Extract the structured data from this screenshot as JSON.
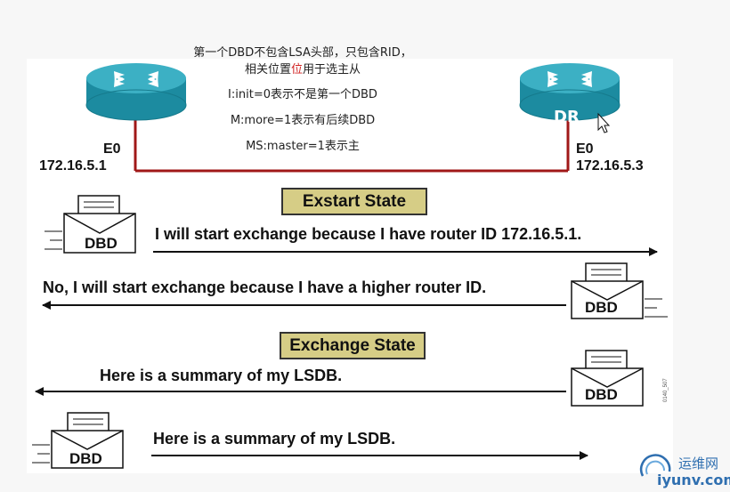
{
  "annotation": {
    "line1_a": "第一个DBD不包含LSA头部，只包含RID，",
    "line2_a": "相关位置",
    "line2_red": "位",
    "line2_b": "用于选主从",
    "line3": "I:init=0表示不是第一个DBD",
    "line4": "M:more=1表示有后续DBD",
    "line5": "MS:master=1表示主"
  },
  "routers": {
    "left": {
      "interface": "E0",
      "ip": "172.16.5.1"
    },
    "right": {
      "label": "DR",
      "interface": "E0",
      "ip": "172.16.5.3"
    }
  },
  "states": {
    "exstart": "Exstart State",
    "exchange": "Exchange State"
  },
  "messages": {
    "m1": "I will start exchange because I have router ID 172.16.5.1.",
    "m2": "No, I will start exchange because I have a higher router ID.",
    "m3": "Here is a summary of my LSDB.",
    "m4": "Here is a summary of my LSDB."
  },
  "packet_label": "DBD",
  "figure_code": "0140_507",
  "watermark": {
    "cn": "运维网",
    "url": "iyunv.com"
  },
  "colors": {
    "router_top": "#3cb0c4",
    "router_side": "#1c8ba0",
    "link": "#a01818",
    "state_box": "#d6cd86",
    "watermark": "#2f6fb0"
  }
}
